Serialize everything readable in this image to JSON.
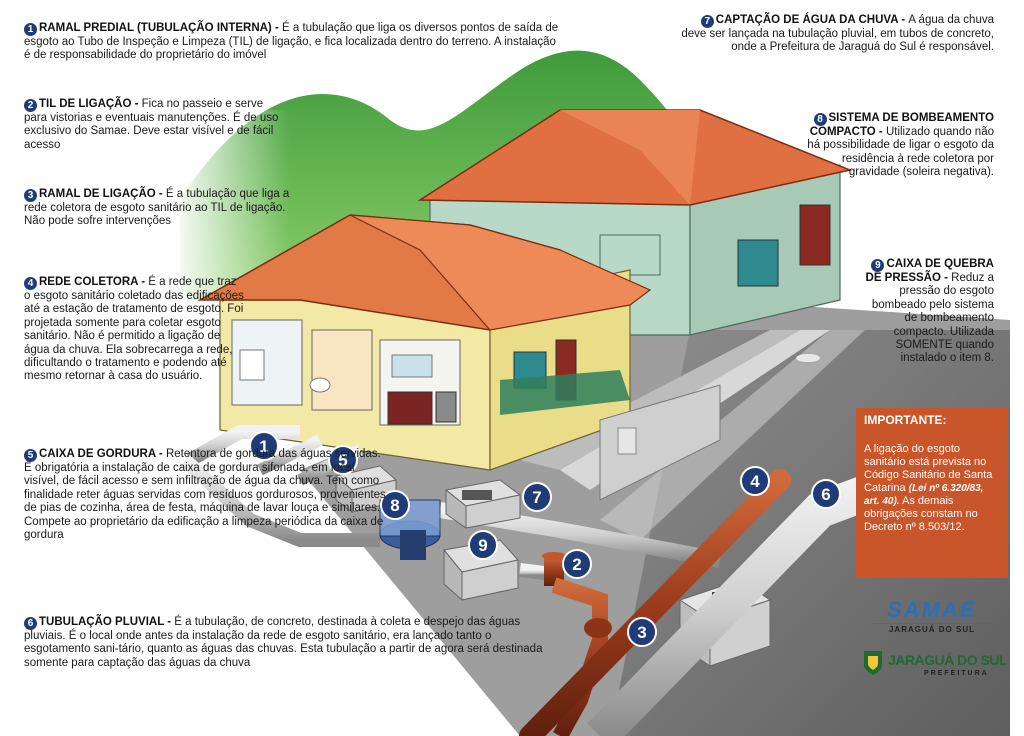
{
  "items": {
    "i1": {
      "number": "1",
      "title": "RAMAL PREDIAL (TUBULAÇÃO INTERNA) - ",
      "body": "É a tubulação que liga os diversos pontos de saída de esgoto ao Tubo de Inspeção e Limpeza (TIL) de ligação, e fica localizada dentro do terreno. A instalação é de responsabilidade do proprietário do imóvel"
    },
    "i2": {
      "number": "2",
      "title": "TIL DE LIGAÇÃO - ",
      "body": "Fica no passeio e serve para vistorias e eventuais manutenções. É de uso exclusivo do Samae. Deve estar visível e de fácil acesso"
    },
    "i3": {
      "number": "3",
      "title": "RAMAL DE LIGAÇÃO - ",
      "body": "É a tubulação que liga a rede coletora de esgoto sanitário ao TIL de ligação.",
      "body2": "Não pode sofre intervenções"
    },
    "i4": {
      "number": "4",
      "title": "REDE COLETORA - ",
      "body": "É a rede que traz o esgoto sanitário coletado das edificações até a estação de tratamento de esgoto. Foi projetada somente para coletar esgoto sanitário. Não é permitido a ligação de água da chuva. Ela sobrecarrega a rede, dificultando o tratamento e podendo até mesmo retornar à casa do usuário."
    },
    "i5": {
      "number": "5",
      "title": "CAIXA DE GORDURA - ",
      "body": "Retentora de gordura das águas servidas. É obrigatória a instalação de caixa de gordura sifonada, em local visível, de fácil acesso e sem infiltração de água da chuva. Tem como finalidade reter águas servidas com resíduos gordurosos, provenientes de pias de cozinha, área de festa, máquina de lavar louça e similares. Compete ao proprietário da edificação a limpeza periódica da caixa de gordura"
    },
    "i6": {
      "number": "6",
      "title": "TUBULAÇÃO PLUVIAL - ",
      "body": "É a tubulação, de concreto, destinada à coleta e despejo das águas pluviais. É o local onde antes da instalação da rede de esgoto sanitário, era lançado tanto o esgotamento sani-tário, quanto as águas das chuvas.  Esta tubulação a partir de agora será destinada somente para captação das águas da chuva"
    },
    "i7": {
      "number": "7",
      "title": "CAPTAÇÃO DE ÁGUA DA CHUVA - ",
      "body": "A água da chuva deve ser lançada na tubulação pluvial, em tubos de concreto, onde a Prefeitura de Jaraguá do Sul é responsável."
    },
    "i8": {
      "number": "8",
      "title": "SISTEMA DE BOMBEAMENTO COMPACTO - ",
      "body": "Utilizado quando não há possibilidade de ligar o esgoto da residência à rede coletora por gravidade (soleira negativa)."
    },
    "i9": {
      "number": "9",
      "title": "CAIXA DE QUEBRA DE PRESSÃO - ",
      "body": "Reduz a pressão do esgoto bombeado pelo sistema de bombeamento compacto. Utilizada SOMENTE quando instalado o item 8."
    }
  },
  "important": {
    "title": "IMPORTANTE:",
    "text1": "A ligação do esgoto sanitário está prevista no Código Sanitário de Santa Catarina",
    "law": "(Lei nº 6.320/83, art. 40).",
    "text2": "As demais obrigações constam no Decreto nº 8.503/12."
  },
  "logos": {
    "samae": "SAMAE",
    "samae_sub": "JARAGUÁ DO SUL",
    "city": "JARAGUÁ DO SUL",
    "city_sub": "PREFEITURA"
  },
  "badges": [
    "1",
    "2",
    "3",
    "4",
    "5",
    "6",
    "7",
    "8",
    "9"
  ],
  "colors": {
    "badge": "#1f3c78",
    "roof": "#e0744a",
    "wall_front": "#f2e9a6",
    "wall_back": "#b9d9c8",
    "sewer_pipe": "#9a3a1c",
    "important_box": "#c9562a",
    "samae_blue": "#2c6fb5",
    "city_green": "#1e6a31"
  }
}
